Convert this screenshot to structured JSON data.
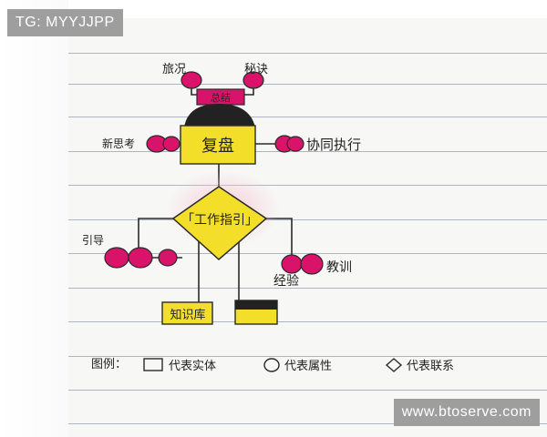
{
  "watermarks": {
    "top_left": "TG: MYYJJPP",
    "bottom_right": "www.btoserve.com"
  },
  "diagram": {
    "entity_main": "复盘",
    "entity_top_label": "总结",
    "relationship": "「工作指引」",
    "entity_bottom_left": "知识库",
    "attributes": {
      "top_left": "旅况",
      "top_right": "秘诀",
      "left": "新思考",
      "right": "协同执行",
      "mid_left": "引导",
      "mid_right_a": "经验",
      "mid_right_b": "教训"
    }
  },
  "legend": {
    "title": "图例：",
    "entity": "代表实体",
    "attribute": "代表属性",
    "relation": "代表联系"
  },
  "colors": {
    "entity_fill": "#f3df2a",
    "attr_fill": "#d9136a",
    "dark_fill": "#222222",
    "ink": "#2a2a2a",
    "glow": "#f4b6c8"
  }
}
